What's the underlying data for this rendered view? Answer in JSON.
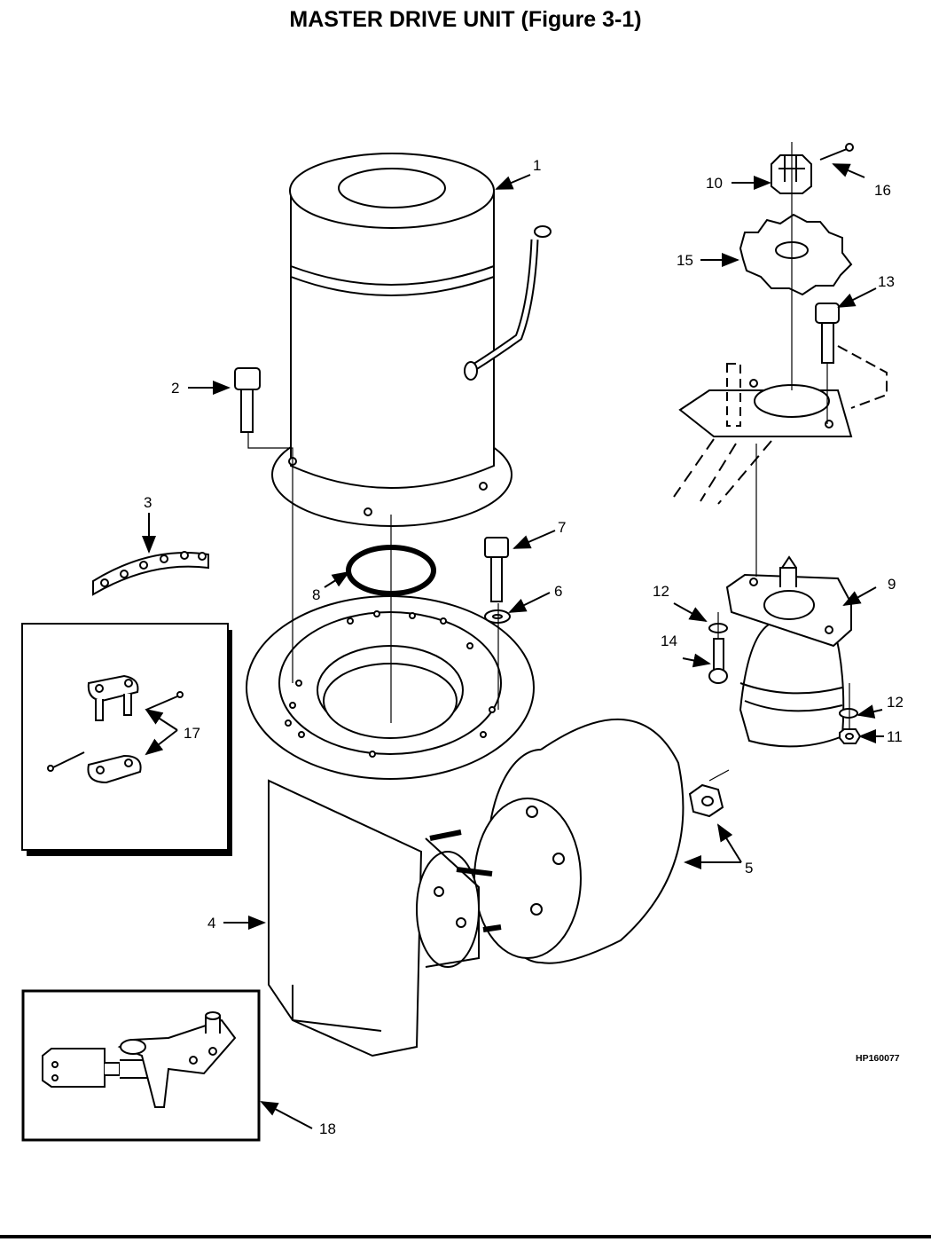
{
  "title": "MASTER DRIVE UNIT (Figure 3-1)",
  "drawing_code": "HP160077",
  "callouts": [
    {
      "id": "callout-1",
      "text": "1"
    },
    {
      "id": "callout-2",
      "text": "2"
    },
    {
      "id": "callout-3",
      "text": "3"
    },
    {
      "id": "callout-4",
      "text": "4"
    },
    {
      "id": "callout-5",
      "text": "5"
    },
    {
      "id": "callout-6",
      "text": "6"
    },
    {
      "id": "callout-7",
      "text": "7"
    },
    {
      "id": "callout-8",
      "text": "8"
    },
    {
      "id": "callout-9",
      "text": "9"
    },
    {
      "id": "callout-10",
      "text": "10"
    },
    {
      "id": "callout-11",
      "text": "11"
    },
    {
      "id": "callout-12a",
      "text": "12"
    },
    {
      "id": "callout-12b",
      "text": "12"
    },
    {
      "id": "callout-13",
      "text": "13"
    },
    {
      "id": "callout-14",
      "text": "14"
    },
    {
      "id": "callout-15",
      "text": "15"
    },
    {
      "id": "callout-16",
      "text": "16"
    },
    {
      "id": "callout-17",
      "text": "17"
    },
    {
      "id": "callout-18",
      "text": "18"
    }
  ]
}
